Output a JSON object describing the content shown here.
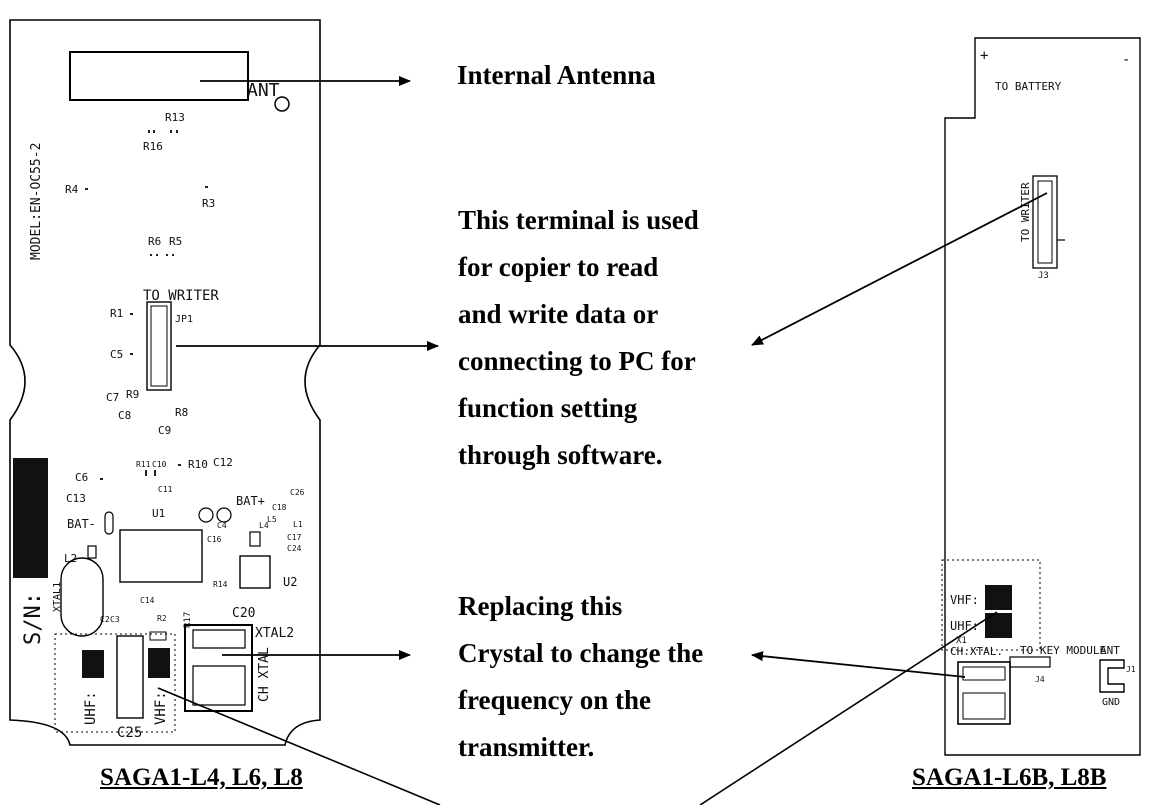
{
  "board_left": {
    "model": "MODEL:EN-OC55-2",
    "ant": "ANT",
    "to_writer": "TO WRITER",
    "jp1": "JP1",
    "sn": "S/N:",
    "uhf": "UHF:",
    "vhf": "VHF:",
    "c25": "C25",
    "xtal1": "XTAL1",
    "xtal2": "XTAL2",
    "ch_xtal": "CH XTAL",
    "bat_minus": "BAT-",
    "bat_plus": "BAT+",
    "u1": "U1",
    "u2": "U2",
    "c20": "C20",
    "refs": [
      "R13",
      "R16",
      "R4",
      "R3",
      "R6",
      "R5",
      "R1",
      "C5",
      "C7",
      "R9",
      "C8",
      "R8",
      "C9",
      "C6",
      "R11",
      "C10",
      "R10",
      "C12",
      "C11",
      "C13",
      "L2",
      "C2",
      "C3",
      "C14",
      "R2",
      "R17",
      "C26",
      "C18",
      "L1",
      "C17",
      "C24",
      "C16",
      "C4",
      "L4",
      "L5",
      "R14"
    ]
  },
  "board_right": {
    "plus": "+",
    "minus": "-",
    "to_battery": "TO BATTERY",
    "to_writer": "TO WRITER",
    "j3": "J3",
    "vhf": "VHF:",
    "uhf": "UHF:",
    "x1": "X1",
    "ch_xtal": "CH.XTAL.",
    "to_key_module": "TO KEY MODULE",
    "j4": "J4",
    "ant": "ANT",
    "j1": "J1",
    "gnd": "GND"
  },
  "annotations": {
    "antenna": "Internal Antenna",
    "terminal": [
      "This terminal is used",
      "for copier to read",
      "and write data or",
      "connecting to PC for",
      "function setting",
      "through software."
    ],
    "crystal": [
      "Replacing this",
      "Crystal to change the",
      "frequency on the",
      "transmitter."
    ]
  },
  "captions": {
    "left": "SAGA1-L4, L6, L8",
    "right": "SAGA1-L6B, L8B"
  }
}
